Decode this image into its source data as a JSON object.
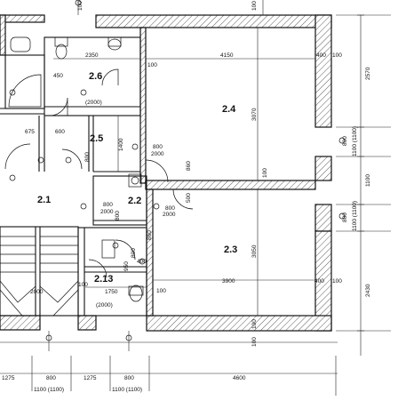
{
  "rooms": [
    "2.1",
    "2.2",
    "2.3",
    "2.4",
    "2.5",
    "2.6",
    "2.13"
  ],
  "labels": {
    "r26_w": "2350",
    "r26_d": "450",
    "r26_area": "(2000)",
    "r26_100": "100",
    "r25_675": "675",
    "r25_600": "600",
    "r25_h": "1400",
    "r24_w": "4150",
    "r24_h": "3070",
    "r24_100": "100",
    "r24_100b": "100",
    "r24_100c": "100",
    "r24_400": "400",
    "r23_w": "3900",
    "r23_h": "3050",
    "r23_400": "400",
    "r23_100": "100",
    "r23_100b": "100",
    "r213_w": "1750",
    "r213_area": "(2000)",
    "r213_950": "950",
    "r213_100": "100",
    "r21_2000": "2000",
    "door_800_1": "800",
    "door_2000_1": "2000",
    "door_800_2": "800",
    "door_2000_2": "2000",
    "door_800_3": "800",
    "door_2000_3": "2000",
    "d_860": "860",
    "d_500": "500",
    "d_860b": "860",
    "d_400": "400",
    "d_800": "800",
    "d_800b": "800",
    "d_800c": "800",
    "top_100": "100",
    "right_2570": "2570",
    "right_800": "800",
    "right_1100": "1100 (1100)",
    "right_1100b": "1100",
    "right_800b": "800",
    "right_1100c": "1100 (1100)",
    "right_2430": "2430",
    "bot_1275": "1275",
    "bot_800": "800",
    "bot_1275b": "1275",
    "bot_800b": "800",
    "bot_4600": "4600",
    "bot_1100a": "1100 (1100)",
    "bot_1100b": "1100 (1100)",
    "bot_100": "100",
    "bot_100b": "100"
  }
}
